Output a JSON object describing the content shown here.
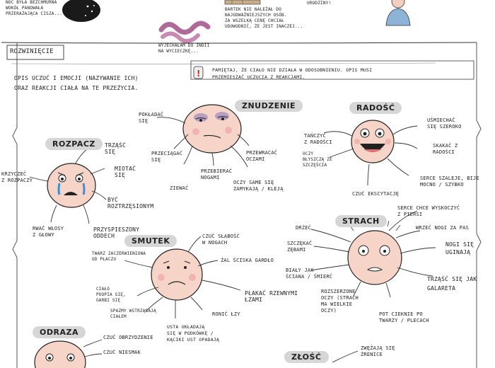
{
  "top": {
    "left_text": "nOC BYŁA BEZCHMURNA\nWOKÓŁ PANOWAŁA\nPRZERAŻAJĄCA CISZA...",
    "middle_text": "BARTEK NIE NALEŻAŁ DO\nNAJODWAŻNIEJSZYCH OSÓB.\nZA WSZELKĄ CENĘ CHCIAŁ\nUDOWODNIĆ, ŻE JEST INACZEJ...",
    "worm_text": "WYJECHAŁAM DO INDII\nNA WYCIECZKĘ...",
    "right_text": "URODZINY!"
  },
  "section": {
    "title": "ROZWINIĘCIE",
    "intro": "OPIS UCZUĆ I EMOCJI (NAZYWANIE ICH)\nORAZ REAKCJI CIAŁA NA TE PRZEŻYCIA.",
    "note": "PAMIĘTAJ, ŻE CIAŁO NIE DZIAŁA W ODOSOBNIENIU. OPIS MUSI\nPRZEMIESZAĆ UCZUCIA Z REAKCJAMI."
  },
  "emotions": {
    "znudzenie": {
      "label": "ZNUDZENIE",
      "items": [
        "POKŁADAĆ\nSIĘ",
        "PRZECIĄGAĆ\nSIĘ",
        "ZIEWAĆ",
        "PRZEBIERAĆ\nNOGAMI",
        "OCZY SAME SIĘ\nZAMYKAJĄ / KLEJĄ",
        "PRZEWRACAĆ\nOCZAMI"
      ]
    },
    "radosc": {
      "label": "RADOŚĆ",
      "items": [
        "TAŃCZYĆ\nZ RADOŚCI",
        "OCZY\nBŁYSZCZĄ ZE\nSZCZĘŚCIA",
        "CZUĆ EKSCYTACJĘ",
        "UŚMIECHAĆ\nSIĘ SZEROKO",
        "SKAKAĆ Z\nRADOŚCI",
        "SERCE SZALEJE, BIJE\nMOCNO / SZYBKO"
      ]
    },
    "rozpacz": {
      "label": "ROZPACZ",
      "items": [
        "TRZĄŚĆ\nSIĘ",
        "MIOTAĆ\nSIĘ",
        "KRZYCZEĆ\nZ ROZPACZY",
        "BYĆ\nROZTRZĘSIONYM",
        "RWAĆ WŁOSY\nZ GŁOWY",
        "PRZYSPIESZONY\nODDECH"
      ]
    },
    "strach": {
      "label": "STRACH",
      "items": [
        "SERCE CHCE WYSKOCZYĆ\nZ PIERSI",
        "DRŻEĆ",
        "SZCZĘKAĆ\nZĘBAMI",
        "WRZEĆ NOGI ZA PAS",
        "NOGI SIĘ\nUGINAJĄ",
        "BIAŁY JAK\nŚCIANA / ŚMIERĆ",
        "TRZĄŚĆ SIĘ JAK\nGALARETA",
        "ROZSZERZONE\nOCZY (STRACH\nMA WIELKIE\nOCZY)",
        "POT CIEKNIE PO\nTWARZY / PLECACH"
      ]
    },
    "smutek": {
      "label": "SMUTEK",
      "items": [
        "CZUĆ SŁABOŚĆ\nW NOGACH",
        "TWARZ ZACZERWIENIONA\nOD PŁACZU",
        "ŻAL ŚCISKA GARDŁO",
        "CIAŁO\nPOOPIA SIĘ,\nGARBI SIĘ",
        "PŁAKAĆ RZEWNYMI\nŁZAMI",
        "SPAZMY WSTRZĄSAJĄ\nCIAŁEM",
        "RONIĆ ŁZY",
        "USTA UKŁADAJĄ\nSIĘ W PODKÓWKĘ /\nKĄCIKI UST OPADAJĄ"
      ]
    },
    "odraza": {
      "label": "ODRAZA",
      "items": [
        "CZUĆ OBRZYDZENIE",
        "CZUĆ NIESMAK"
      ]
    },
    "zlosc": {
      "label": "ZŁOŚĆ",
      "items": [
        "ZWĘŻAJĄ SIĘ\nŹRENICE"
      ]
    }
  }
}
